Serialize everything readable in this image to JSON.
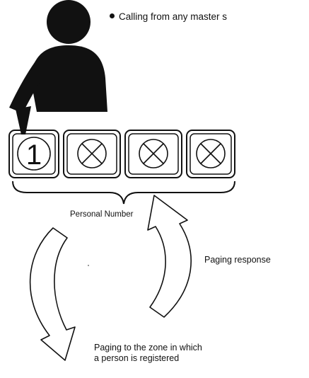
{
  "diagram": {
    "bullet_text": "Calling from any master s",
    "key_labels": [
      "1"
    ],
    "personal_number_label": "Personal Number",
    "paging_response_label": "Paging response",
    "paging_zone_line1": "Paging to the zone in which",
    "paging_zone_line2": "a person is registered"
  }
}
